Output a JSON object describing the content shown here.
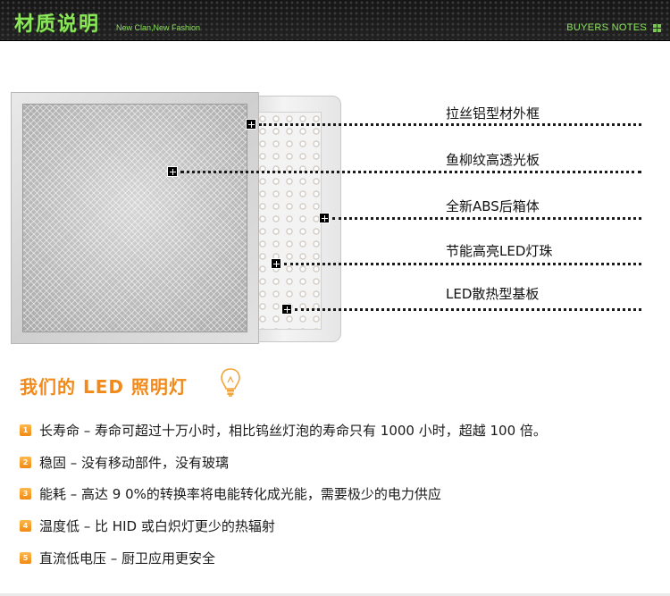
{
  "header": {
    "title": "材质说明",
    "subtitle": "New Clan,New Fashion",
    "right_label": "BUYERS NOTES"
  },
  "callouts": [
    {
      "label": "拉丝铝型材外框"
    },
    {
      "label": "鱼柳纹高透光板"
    },
    {
      "label": "全新ABS后箱体"
    },
    {
      "label": "节能高亮LED灯珠"
    },
    {
      "label": "LED散热型基板"
    }
  ],
  "section": {
    "title": "我们的 LED 照明灯",
    "icon": "lightbulb-icon",
    "accent_color": "#f18a1a"
  },
  "features": [
    {
      "num": "1",
      "text": "长寿命 – 寿命可超过十万小时，相比钨丝灯泡的寿命只有 1000 小时，超越 100 倍。"
    },
    {
      "num": "2",
      "text": "稳固 – 没有移动部件，没有玻璃"
    },
    {
      "num": "3",
      "text": "能耗 – 高达 9 0%的转换率将电能转化成光能，需要极少的电力供应"
    },
    {
      "num": "4",
      "text": "温度低 – 比 HID 或白炽灯更少的热辐射"
    },
    {
      "num": "5",
      "text": "直流低电压 – 厨卫应用更安全"
    }
  ],
  "colors": {
    "header_text": "#8be65a",
    "header_bg": "#1b1b1b",
    "bullet": "#f08a12"
  }
}
